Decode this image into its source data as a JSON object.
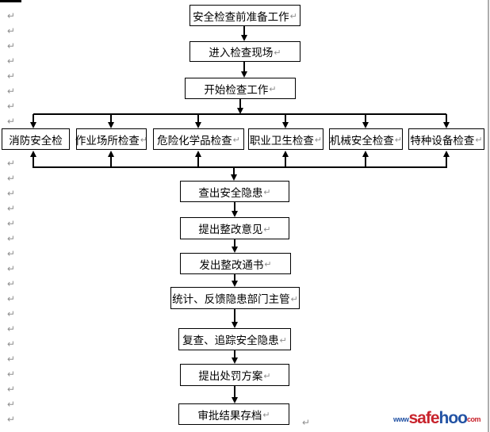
{
  "flowchart": {
    "line_break_mark": "↵",
    "nodes": [
      {
        "id": "prep",
        "label": "安全检查前准备工作",
        "mark": true
      },
      {
        "id": "enter",
        "label": "进入检查现场",
        "mark": true
      },
      {
        "id": "start",
        "label": "开始检查工作",
        "mark": true
      },
      {
        "id": "fire",
        "label": "消防安全检",
        "mark": false
      },
      {
        "id": "workplace",
        "label": "作业场所检查",
        "mark": true
      },
      {
        "id": "chemical",
        "label": "危险化学品检查",
        "mark": true
      },
      {
        "id": "occupational",
        "label": "职业卫生检查",
        "mark": true
      },
      {
        "id": "mechanical",
        "label": "机械安全检查",
        "mark": true
      },
      {
        "id": "special",
        "label": "特种设备检查",
        "mark": true
      },
      {
        "id": "find",
        "label": "查出安全隐患",
        "mark": true
      },
      {
        "id": "propose",
        "label": "提出整改意见",
        "mark": true
      },
      {
        "id": "issue",
        "label": "发出整改通书",
        "mark": true
      },
      {
        "id": "stat",
        "label": "统计、反馈隐患部门主管",
        "mark": true
      },
      {
        "id": "recheck",
        "label": "复查、追踪安全隐患",
        "mark": true
      },
      {
        "id": "punish",
        "label": "提出处罚方案",
        "mark": true
      },
      {
        "id": "archive",
        "label": "审批结果存档",
        "mark": true
      }
    ]
  },
  "watermark": {
    "www": "www",
    "safe": "safe",
    "hoo": "hoo",
    "com": "com",
    "red": "#c8232c",
    "blue": "#2353a4"
  }
}
